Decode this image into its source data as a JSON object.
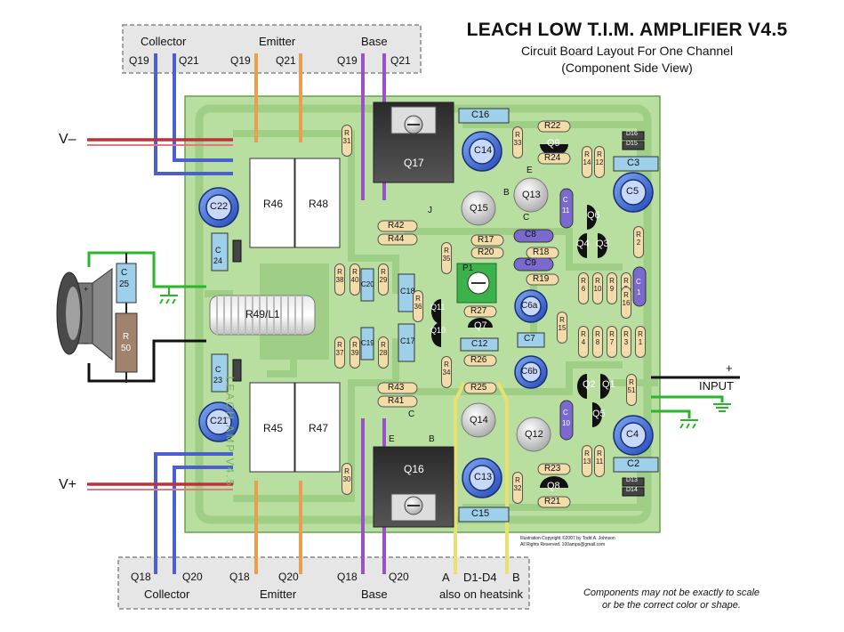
{
  "header": {
    "title": "LEACH LOW T.I.M. AMPLIFIER V4.5",
    "subtitle": "Circuit Board Layout For One Channel",
    "subtitle2": "(Component Side View)"
  },
  "top_box": {
    "collector": "Collector",
    "emitter": "Emitter",
    "base": "Base",
    "q19": "Q19",
    "q21": "Q21"
  },
  "bottom_box": {
    "collector": "Collector",
    "emitter": "Emitter",
    "base": "Base",
    "q18": "Q18",
    "q20": "Q20",
    "a": "A",
    "d1d4": "D1-D4",
    "b": "B",
    "heatsink": "also on heatsink"
  },
  "terminals": {
    "vminus": "V–",
    "vplus": "V+",
    "input": "INPUT",
    "plus": "+"
  },
  "speaker": {
    "plus": "+",
    "minus": "–"
  },
  "components": {
    "r46": "R46",
    "r48": "R48",
    "r45": "R45",
    "r47": "R47",
    "r49": "R49/L1",
    "q17": "Q17",
    "q16": "Q16",
    "c16": "C16",
    "c15": "C15",
    "c14": "C14",
    "c13": "C13",
    "c22": "C22",
    "c21": "C21",
    "c5": "C5",
    "c4": "C4",
    "c3": "C3",
    "c2": "C2",
    "c6a": "C6a",
    "c6b": "C6b",
    "c7": "C7",
    "c12": "C12",
    "c8": "C8",
    "c9": "C9",
    "c18": "C18",
    "c17": "C17",
    "c20": "C20",
    "c19": "C19",
    "q15": "Q15",
    "q14": "Q14",
    "q13": "Q13",
    "q12": "Q12",
    "q9": "Q9",
    "q8": "Q8",
    "q7": "Q7",
    "q6": "Q6",
    "q5": "Q5",
    "q4": "Q4",
    "q3": "Q3",
    "q2": "Q2",
    "q1": "Q1",
    "q11": "Q11",
    "q10": "Q10",
    "r42": "R42",
    "r44": "R44",
    "r43": "R43",
    "r41": "R41",
    "r22": "R22",
    "r24": "R24",
    "r23": "R23",
    "r21": "R21",
    "r17": "R17",
    "r20": "R20",
    "r18": "R18",
    "r19": "R19",
    "r27": "R27",
    "r26": "R26",
    "r25": "R25",
    "p1": "P1",
    "d16": "D16",
    "d15": "D15",
    "d13": "D13",
    "d14": "D14",
    "j": "J",
    "b": "B",
    "e": "E",
    "c": "C"
  },
  "vertical_resistors": [
    {
      "t": "R",
      "n": "31"
    },
    {
      "t": "R",
      "n": "30"
    },
    {
      "t": "R",
      "n": "33"
    },
    {
      "t": "R",
      "n": "32"
    },
    {
      "t": "R",
      "n": "14"
    },
    {
      "t": "R",
      "n": "12"
    },
    {
      "t": "R",
      "n": "13"
    },
    {
      "t": "R",
      "n": "11"
    },
    {
      "t": "R",
      "n": "38"
    },
    {
      "t": "R",
      "n": "40"
    },
    {
      "t": "R",
      "n": "37"
    },
    {
      "t": "R",
      "n": "39"
    },
    {
      "t": "R",
      "n": "29"
    },
    {
      "t": "R",
      "n": "28"
    },
    {
      "t": "R",
      "n": "36"
    },
    {
      "t": "R",
      "n": "35"
    },
    {
      "t": "R",
      "n": "34"
    },
    {
      "t": "R",
      "n": "2"
    },
    {
      "t": "R",
      "n": "6"
    },
    {
      "t": "R",
      "n": "10"
    },
    {
      "t": "R",
      "n": "9"
    },
    {
      "t": "R",
      "n": "5"
    },
    {
      "t": "R",
      "n": "16"
    },
    {
      "t": "R",
      "n": "15"
    },
    {
      "t": "R",
      "n": "4"
    },
    {
      "t": "R",
      "n": "8"
    },
    {
      "t": "R",
      "n": "7"
    },
    {
      "t": "R",
      "n": "3"
    },
    {
      "t": "R",
      "n": "1"
    },
    {
      "t": "R",
      "n": "51"
    },
    {
      "t": "R",
      "n": "50"
    }
  ],
  "caps_vertical": {
    "c25": {
      "t": "C",
      "n": "25"
    },
    "c24": {
      "t": "C",
      "n": "24"
    },
    "c23": {
      "t": "C",
      "n": "23"
    },
    "c11": {
      "t": "C",
      "n": "11"
    },
    "c10": {
      "t": "C",
      "n": "10"
    },
    "c1": {
      "t": "C",
      "n": "1"
    }
  },
  "side_text": "LEACH AMP V4.5",
  "credit": {
    "line1": "Illustration Copyright ©2007 by Todd A. Johnson",
    "line2": "All Rights Reserved.  100amps@gmail.com"
  },
  "notes": {
    "line1": "Components may not be exactly to scale",
    "line2": "or be the correct color or shape."
  },
  "colors": {
    "board": "#b9dfa0",
    "trace": "#9fcf86",
    "pad": "#d9d9a0",
    "power_red": "#c0303a",
    "wire_blue": "#4a5fd0",
    "wire_orange": "#e8a050",
    "wire_purple": "#9a50c8",
    "wire_yellow": "#e8e070",
    "ground_green": "#2ab52a",
    "cap_blue": "#9fd0ea"
  }
}
